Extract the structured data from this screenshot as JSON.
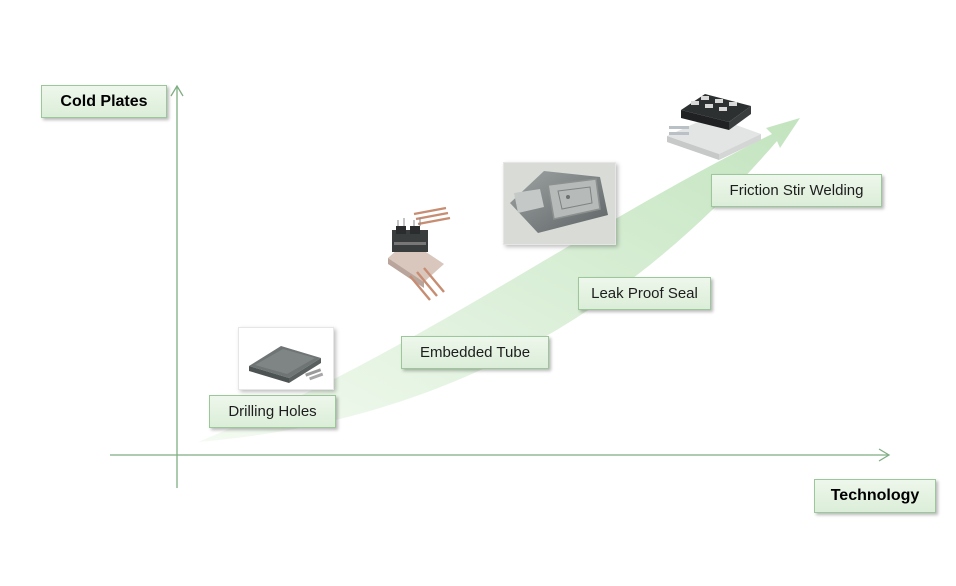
{
  "axes": {
    "y_title": "Cold Plates",
    "x_title": "Technology"
  },
  "stages": [
    {
      "label": "Drilling Holes",
      "image": "cold-plate-block-photo"
    },
    {
      "label": "Embedded Tube",
      "image": "embedded-tube-module-photo"
    },
    {
      "label": "Leak Proof Seal",
      "image": "sealed-plate-photo"
    },
    {
      "label": "Friction Stir Welding",
      "image": "welded-module-photo"
    }
  ],
  "colors": {
    "axis": "#7fae83",
    "growth_arrow_light": "#eef8ec",
    "growth_arrow_dark": "#c7e6c3",
    "label_fill": "#e3f2e0",
    "label_border": "#9cc79a"
  }
}
